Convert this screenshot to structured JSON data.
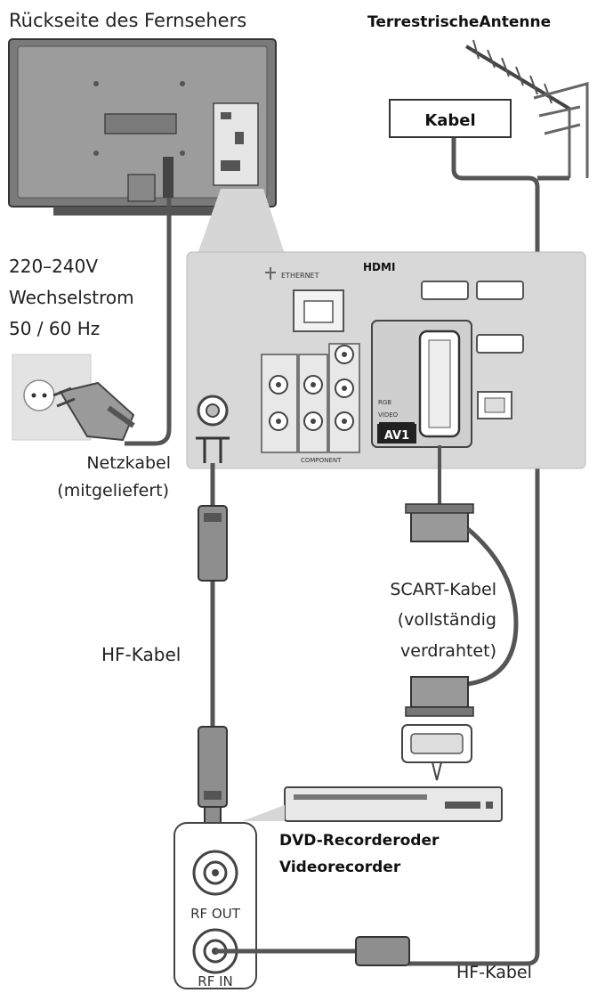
{
  "labels": {
    "tv_back": "Rückseite des Fernsehers",
    "antenna": "TerrestrischeAntenne",
    "cable_box": "Kabel",
    "voltage": "220–240V",
    "ac": "Wechselstrom",
    "freq": "50 / 60 Hz",
    "power_cable_1": "Netzkabel",
    "power_cable_2": "(mitgeliefert)",
    "rf_cable_left": "HF-Kabel",
    "rf_cable_bottom": "HF-Kabel",
    "scart_1": "SCART-Kabel",
    "scart_2": "(vollständig",
    "scart_3": "verdrahtet)",
    "recorder_1": "DVD-Recorderoder",
    "recorder_2": "Videorecorder",
    "rf_out": "RF OUT",
    "rf_in": "RF IN"
  },
  "panel": {
    "ethernet": "ETHERNET",
    "hdmi": "HDMI",
    "av1": "AV1",
    "component": "COMPONENT",
    "rgb": "RGB",
    "video": "VIDEO"
  }
}
